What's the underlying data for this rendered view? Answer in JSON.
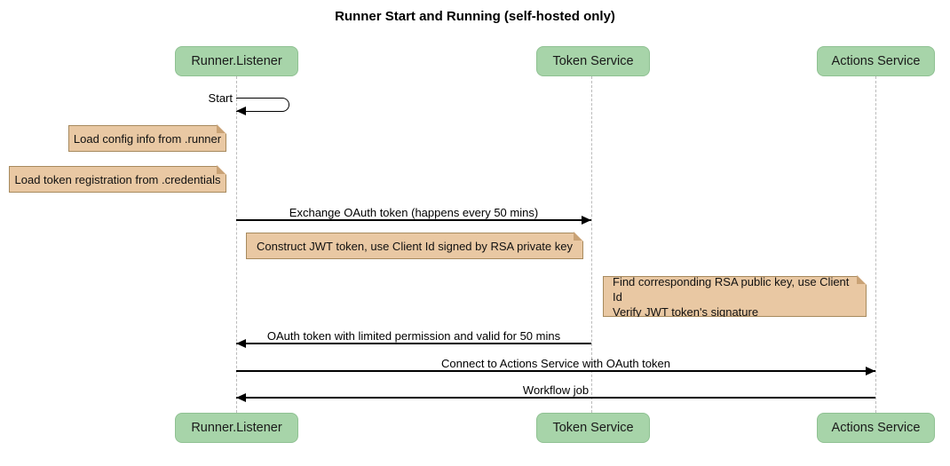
{
  "title": "Runner Start and Running (self-hosted only)",
  "colors": {
    "participant_fill": "#a7d4a9",
    "participant_border": "#8fc192",
    "note_fill": "#e9c8a3",
    "note_border": "#a78a5e",
    "note_fold": "#c9a275",
    "lifeline": "#bbbbbb",
    "line": "#000000",
    "text": "#111111"
  },
  "participants": [
    {
      "name": "Runner.Listener"
    },
    {
      "name": "Token Service"
    },
    {
      "name": "Actions Service"
    }
  ],
  "messages": [
    {
      "label": "Start",
      "from": "Runner.Listener",
      "to": "Runner.Listener",
      "type": "self"
    },
    {
      "label": "Exchange OAuth token (happens every 50 mins)",
      "from": "Runner.Listener",
      "to": "Token Service",
      "type": "solid-arrow"
    },
    {
      "label": "OAuth token with limited permission and valid for 50 mins",
      "from": "Token Service",
      "to": "Runner.Listener",
      "type": "solid-arrow"
    },
    {
      "label": "Connect to Actions Service with OAuth token",
      "from": "Runner.Listener",
      "to": "Actions Service",
      "type": "solid-arrow"
    },
    {
      "label": "Workflow job",
      "from": "Actions Service",
      "to": "Runner.Listener",
      "type": "solid-arrow"
    }
  ],
  "notes": [
    {
      "text": "Load config info from .runner",
      "position": "left of Runner.Listener"
    },
    {
      "text": "Load token registration from .credentials",
      "position": "left of Runner.Listener"
    },
    {
      "text": "Construct JWT token, use Client Id signed by RSA private key",
      "position": "right of Runner.Listener"
    },
    {
      "text": "Find corresponding RSA public key, use Client Id\nVerify JWT token's signature",
      "position": "right of Token Service"
    }
  ]
}
